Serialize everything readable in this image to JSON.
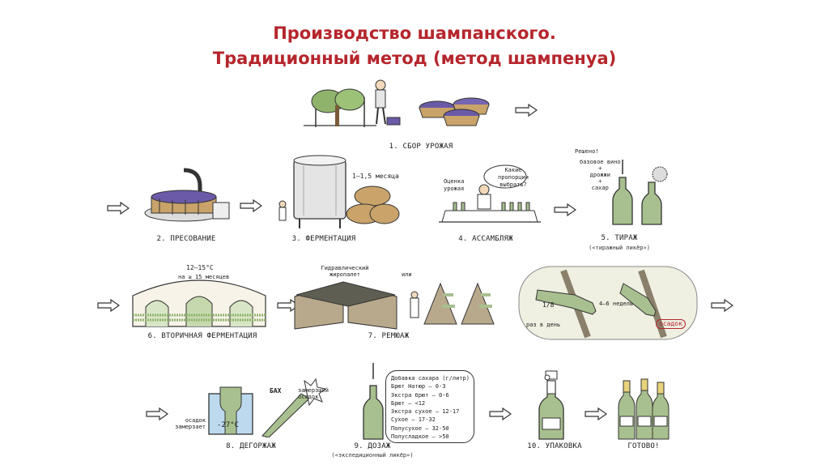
{
  "title": {
    "line1": "Производство шампанского.",
    "line2": "Традиционный метод (метод шампенуа)"
  },
  "steps": [
    {
      "id": "harvest",
      "label": "1. СБОР УРОЖАЯ"
    },
    {
      "id": "pressing",
      "label": "2. ПРЕСОВАНИЕ"
    },
    {
      "id": "fermentation",
      "label": "3. ФЕРМЕНТАЦИЯ",
      "duration": "1–1,5 месяца"
    },
    {
      "id": "assemblage",
      "label": "4. АССАМБЛЯЖ",
      "note_left": "Оценка урожая",
      "bubble": "Какие пропорции выбрать?"
    },
    {
      "id": "tirage",
      "label": "5. ТИРАЖ",
      "sublabel": "(«тиражный ликёр»)",
      "decided": "Решено!",
      "recipe": [
        "базовое вино",
        "+",
        "дрожжи",
        "+",
        "сахар"
      ]
    },
    {
      "id": "secondary",
      "label": "6. ВТОРИЧНАЯ ФЕРМЕНТАЦИЯ",
      "temp": "12–15°С",
      "time": "на ≥ 15 месяцев"
    },
    {
      "id": "remuage",
      "label": "7. РЕМЮАЖ",
      "gyro": "Гидравлический жиропалет",
      "or": "или"
    },
    {
      "id": "degorgement",
      "label": "8. ДЕГОРЖАЖ",
      "temp": "-27°С",
      "frozen": "осадок замерзает",
      "bang": "БАХ",
      "frozen_sediment": "замерзший осадок"
    },
    {
      "id": "dosage",
      "label": "9. ДОЗАЖ",
      "sublabel": "(«экспедиционный ликёр»)"
    },
    {
      "id": "packing",
      "label": "10. УПАКОВКА"
    },
    {
      "id": "ready",
      "label": "ГОТОВО!"
    }
  ],
  "riddling_panel": {
    "fraction": "1/8",
    "per_day": "раз в день",
    "weeks": "4–6 недель",
    "sediment": "осадок"
  },
  "dosage_table": {
    "heading": "Добавка сахара (г/литр)",
    "rows": [
      "Брют Натюр – 0-3",
      "Экстра брют – 0-6",
      "Брют – <12",
      "Экстра сухое – 12-17",
      "Сухое – 17-32",
      "Полусухое – 32-50",
      "Полусладкое – >50"
    ]
  },
  "colors": {
    "title": "#b5262c",
    "bottle": "#a8c08f",
    "grape": "#6b5aa8",
    "ink": "#222222",
    "ice": "#bcd9ee",
    "leaf": "#8fb36b"
  }
}
